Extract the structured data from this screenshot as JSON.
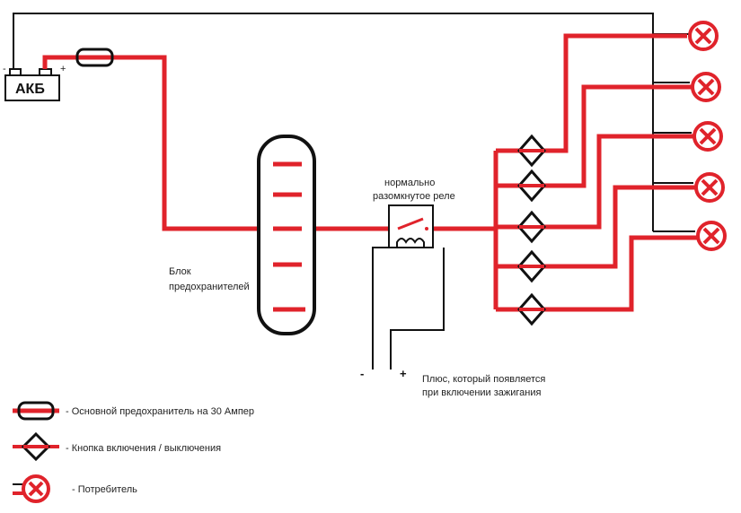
{
  "battery": {
    "label": "АКБ",
    "minus": "-",
    "plus": "+"
  },
  "fuse_block": {
    "label_line1": "Блок",
    "label_line2": "предохранителей"
  },
  "relay": {
    "label_line1": "нормально",
    "label_line2": "разомкнутое реле"
  },
  "ignition": {
    "minus": "-",
    "plus": "+",
    "label_line1": "Плюс, который появляется",
    "label_line2": "при включении зажигания"
  },
  "legend": {
    "fuse": "- Основной предохранитель на 30 Ампер",
    "button": "- Кнопка включения / выключения",
    "consumer": "- Потребитель"
  },
  "colors": {
    "wire": "#e0232b",
    "ground": "#111111"
  }
}
